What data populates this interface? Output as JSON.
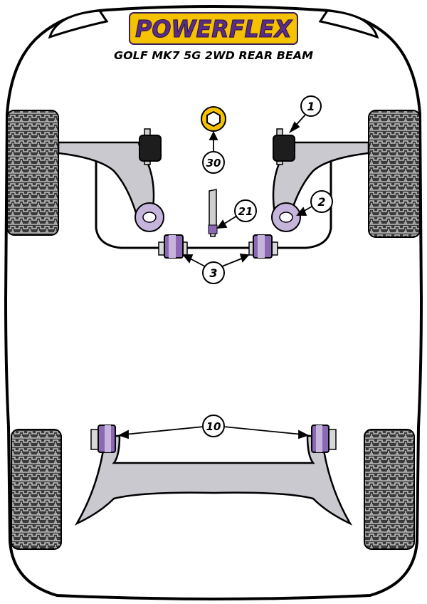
{
  "brand": {
    "logo_text": "POWERFLEX",
    "logo_color": "#5b2d86",
    "logo_bg": "#f5c200"
  },
  "diagram": {
    "title": "GOLF MK7 5G 2WD REAR BEAM"
  },
  "colors": {
    "bushing_purple": "#8a68b4",
    "bushing_light": "#c5b4dc",
    "arm_grey": "#c9c9cf",
    "outline": "#000000",
    "tyre_dark": "#3c3c3c",
    "fuel_washer": "#f5c200"
  },
  "callouts": [
    {
      "id": "c1",
      "label": "1"
    },
    {
      "id": "c2",
      "label": "2"
    },
    {
      "id": "c3",
      "label": "3"
    },
    {
      "id": "c10",
      "label": "10"
    },
    {
      "id": "c21",
      "label": "21"
    },
    {
      "id": "c30",
      "label": "30"
    }
  ]
}
